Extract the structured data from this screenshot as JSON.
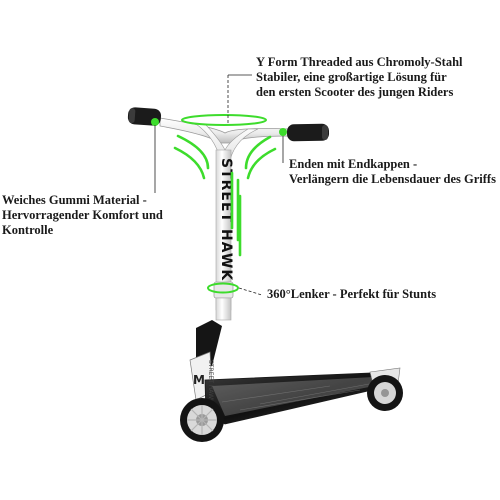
{
  "brand_text": "STREET HAWK",
  "headtube_logo": "M",
  "clamp_text": "STREET HAWK",
  "callouts": {
    "frame": {
      "line1": "Y Form Threaded aus Chromoly-Stahl",
      "line2": "Stabiler, eine großartige Lösung für",
      "line3": "den ersten Scooter des jungen Riders"
    },
    "ends": {
      "line1": "Enden mit Endkappen -",
      "line2": "Verlängern die Lebensdauer des Griffs"
    },
    "grip": {
      "line1": "Weiches Gummi Material -",
      "line2": "Hervorragender Komfort und",
      "line3": "Kontrolle"
    },
    "bar": {
      "line1": "360°Lenker - Perfekt für Stunts"
    }
  },
  "colors": {
    "accent_green": "#3ddc2c",
    "grip_black": "#1b1b1b",
    "frame_white": "#f4f4f4",
    "leader_line": "#222222"
  }
}
